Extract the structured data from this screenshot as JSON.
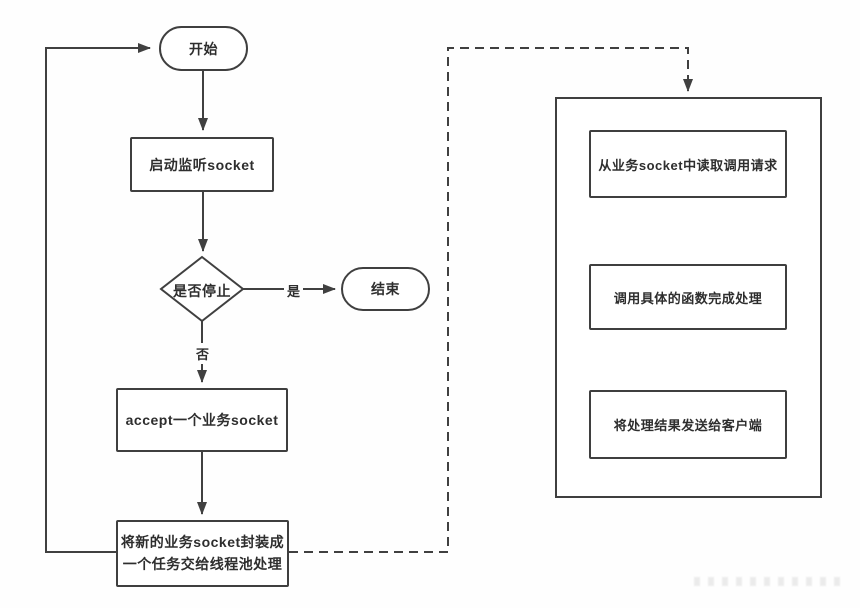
{
  "diagram": {
    "nodes": {
      "start": "开始",
      "listen_socket": "启动监听socket",
      "stop_decision": "是否停止",
      "end": "结束",
      "accept_socket": "accept一个业务socket",
      "wrap_task": "将新的业务socket封装成\n一个任务交给线程池处理",
      "worker_read": "从业务socket中读取调用请求",
      "worker_call": "调用具体的函数完成处理",
      "worker_send": "将处理结果发送给客户端"
    },
    "edge_labels": {
      "yes": "是",
      "no": "否"
    },
    "colors": {
      "line": "#404040",
      "text": "#2e2e2e",
      "node_background": "#ffffff",
      "canvas_background": "#fefefe"
    }
  }
}
